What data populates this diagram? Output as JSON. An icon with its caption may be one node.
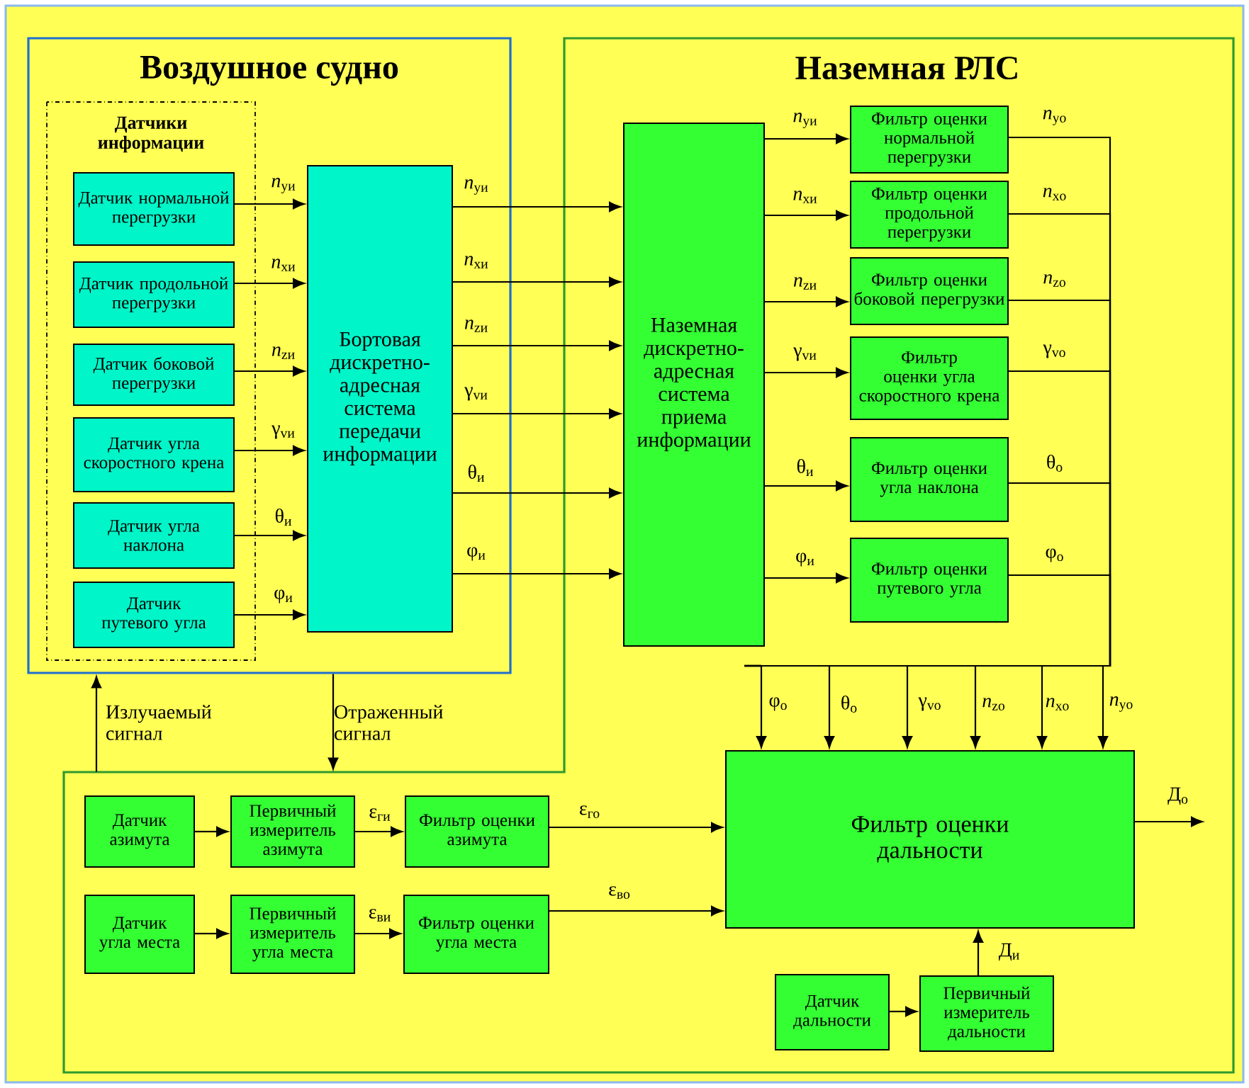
{
  "diagram": {
    "nodes": [
      {
        "text": [
          "Воздушное судно"
        ]
      },
      {
        "text": [
          "Датчики информации"
        ],
        "in": 0
      },
      {
        "text": [
          "Датчик нормальной перегрузки"
        ],
        "in": 1
      },
      {
        "text": [
          "Датчик продольной перегрузки"
        ],
        "in": 1
      },
      {
        "text": [
          "Датчик боковой перегрузки"
        ],
        "in": 1
      },
      {
        "text": [
          "Датчик угла скоростного крена"
        ],
        "in": 1
      },
      {
        "text": [
          "Датчик угла наклона"
        ],
        "in": 1
      },
      {
        "text": [
          "Датчик путевого угла"
        ],
        "in": 1
      },
      {
        "text": [
          "Бортовая дискретно-адресная система передачи информации"
        ],
        "in": 0
      },
      {
        "text": [
          "Наземная РЛС"
        ]
      },
      {
        "text": [
          "Наземная дискретно-адресная система приема информации"
        ],
        "in": 9
      },
      {
        "text": [
          "Фильтр оценки нормальной перегрузки"
        ],
        "in": 9
      },
      {
        "text": [
          "Фильтр оценки продольной перегрузки"
        ],
        "in": 9
      },
      {
        "text": [
          "Фильтр оценки боковой перегрузки"
        ],
        "in": 9
      },
      {
        "text": [
          "Фильтр оценки угла скоростного крена"
        ],
        "in": 9
      },
      {
        "text": [
          "Фильтр оценки угла наклона"
        ],
        "in": 9
      },
      {
        "text": [
          "Фильтр оценки путевого угла"
        ],
        "in": 9
      },
      {
        "text": [
          "Фильтр оценки дальности"
        ],
        "in": 9
      },
      {
        "text": [
          "Датчик азимута"
        ],
        "in": 9
      },
      {
        "text": [
          "Первичный измеритель азимута"
        ],
        "in": 9
      },
      {
        "text": [
          "Фильтр оценки азимута"
        ],
        "in": 9
      },
      {
        "text": [
          "Датчик угла места"
        ],
        "in": 9
      },
      {
        "text": [
          "Первичный измеритель угла места"
        ],
        "in": 9
      },
      {
        "text": [
          "Фильтр оценки угла места"
        ],
        "in": 9
      },
      {
        "text": [
          "Датчик дальности"
        ],
        "in": 9
      },
      {
        "text": [
          "Первичный измеритель дальности"
        ],
        "in": 9
      }
    ],
    "edges": [
      {
        "from": 2,
        "to": 8,
        "arrow": "to",
        "label": "*n*$_{yи}$"
      },
      {
        "from": 3,
        "to": 8,
        "arrow": "to",
        "label": "*n*$_{xи}$"
      },
      {
        "from": 4,
        "to": 8,
        "arrow": "to",
        "label": "*n*$_{zи}$"
      },
      {
        "from": 5,
        "to": 8,
        "arrow": "to",
        "label": "γ$_{vи}$"
      },
      {
        "from": 6,
        "to": 8,
        "arrow": "to",
        "label": "θ$_{и}$"
      },
      {
        "from": 7,
        "to": 8,
        "arrow": "to",
        "label": "φ$_{и}$"
      },
      {
        "from": 8,
        "to": 10,
        "arrow": "to",
        "label": "*n*$_{yи}$"
      },
      {
        "from": 8,
        "to": 10,
        "arrow": "to",
        "label": "*n*$_{xи}$"
      },
      {
        "from": 8,
        "to": 10,
        "arrow": "to",
        "label": "*n*$_{zи}$"
      },
      {
        "from": 8,
        "to": 10,
        "arrow": "to",
        "label": "γ$_{vи}$"
      },
      {
        "from": 8,
        "to": 10,
        "arrow": "to",
        "label": "θ$_{и}$"
      },
      {
        "from": 8,
        "to": 10,
        "arrow": "to",
        "label": "φ$_{и}$"
      },
      {
        "from": 10,
        "to": 11,
        "arrow": "to",
        "label": "*n*$_{yи}$"
      },
      {
        "from": 10,
        "to": 12,
        "arrow": "to",
        "label": "*n*$_{xи}$"
      },
      {
        "from": 10,
        "to": 13,
        "arrow": "to",
        "label": "*n*$_{zи}$"
      },
      {
        "from": 10,
        "to": 14,
        "arrow": "to",
        "label": "γ$_{vи}$"
      },
      {
        "from": 10,
        "to": 15,
        "arrow": "to",
        "label": "θ$_{и}$"
      },
      {
        "from": 10,
        "to": 16,
        "arrow": "to",
        "label": "φ$_{и}$"
      },
      {
        "from": 11,
        "to": 17,
        "arrow": "to",
        "label": "*n*$_{yо}$"
      },
      {
        "from": 12,
        "to": 17,
        "arrow": "to",
        "label": "*n*$_{xо}$"
      },
      {
        "from": 13,
        "to": 17,
        "arrow": "to",
        "label": "*n*$_{zо}$"
      },
      {
        "from": 14,
        "to": 17,
        "arrow": "to",
        "label": "γ$_{vо}$"
      },
      {
        "from": 15,
        "to": 17,
        "arrow": "to",
        "label": "θ$_{о}$"
      },
      {
        "from": 16,
        "to": 17,
        "arrow": "to",
        "label": "φ$_{о}$"
      },
      {
        "from": 9,
        "to": 0,
        "arrow": "to",
        "label": "Излучаемый сигнал"
      },
      {
        "from": 0,
        "to": 9,
        "arrow": "to",
        "label": "Отраженный сигнал"
      },
      {
        "from": 18,
        "to": 19,
        "arrow": "to"
      },
      {
        "from": 19,
        "to": 20,
        "arrow": "to",
        "label": "ε$_{ги}$"
      },
      {
        "from": 20,
        "to": 17,
        "arrow": "to",
        "label": "ε$_{го}$"
      },
      {
        "from": 21,
        "to": 22,
        "arrow": "to"
      },
      {
        "from": 22,
        "to": 23,
        "arrow": "to",
        "label": "ε$_{ви}$"
      },
      {
        "from": 23,
        "to": 17,
        "arrow": "to",
        "label": "ε$_{во}$"
      },
      {
        "from": 24,
        "to": 25,
        "arrow": "to"
      },
      {
        "from": 25,
        "to": 17,
        "arrow": "to",
        "label": "Д$_{и}$"
      },
      {
        "from": 17,
        "to": null,
        "arrow": "to",
        "label": "Д$_{о}$"
      }
    ],
    "labels": [
      "φ$_{о}$",
      "θ$_{о}$",
      "γ$_{vо}$",
      "*n*$_{zо}$",
      "*n*$_{xо}$",
      "*n*$_{yо}$"
    ]
  }
}
